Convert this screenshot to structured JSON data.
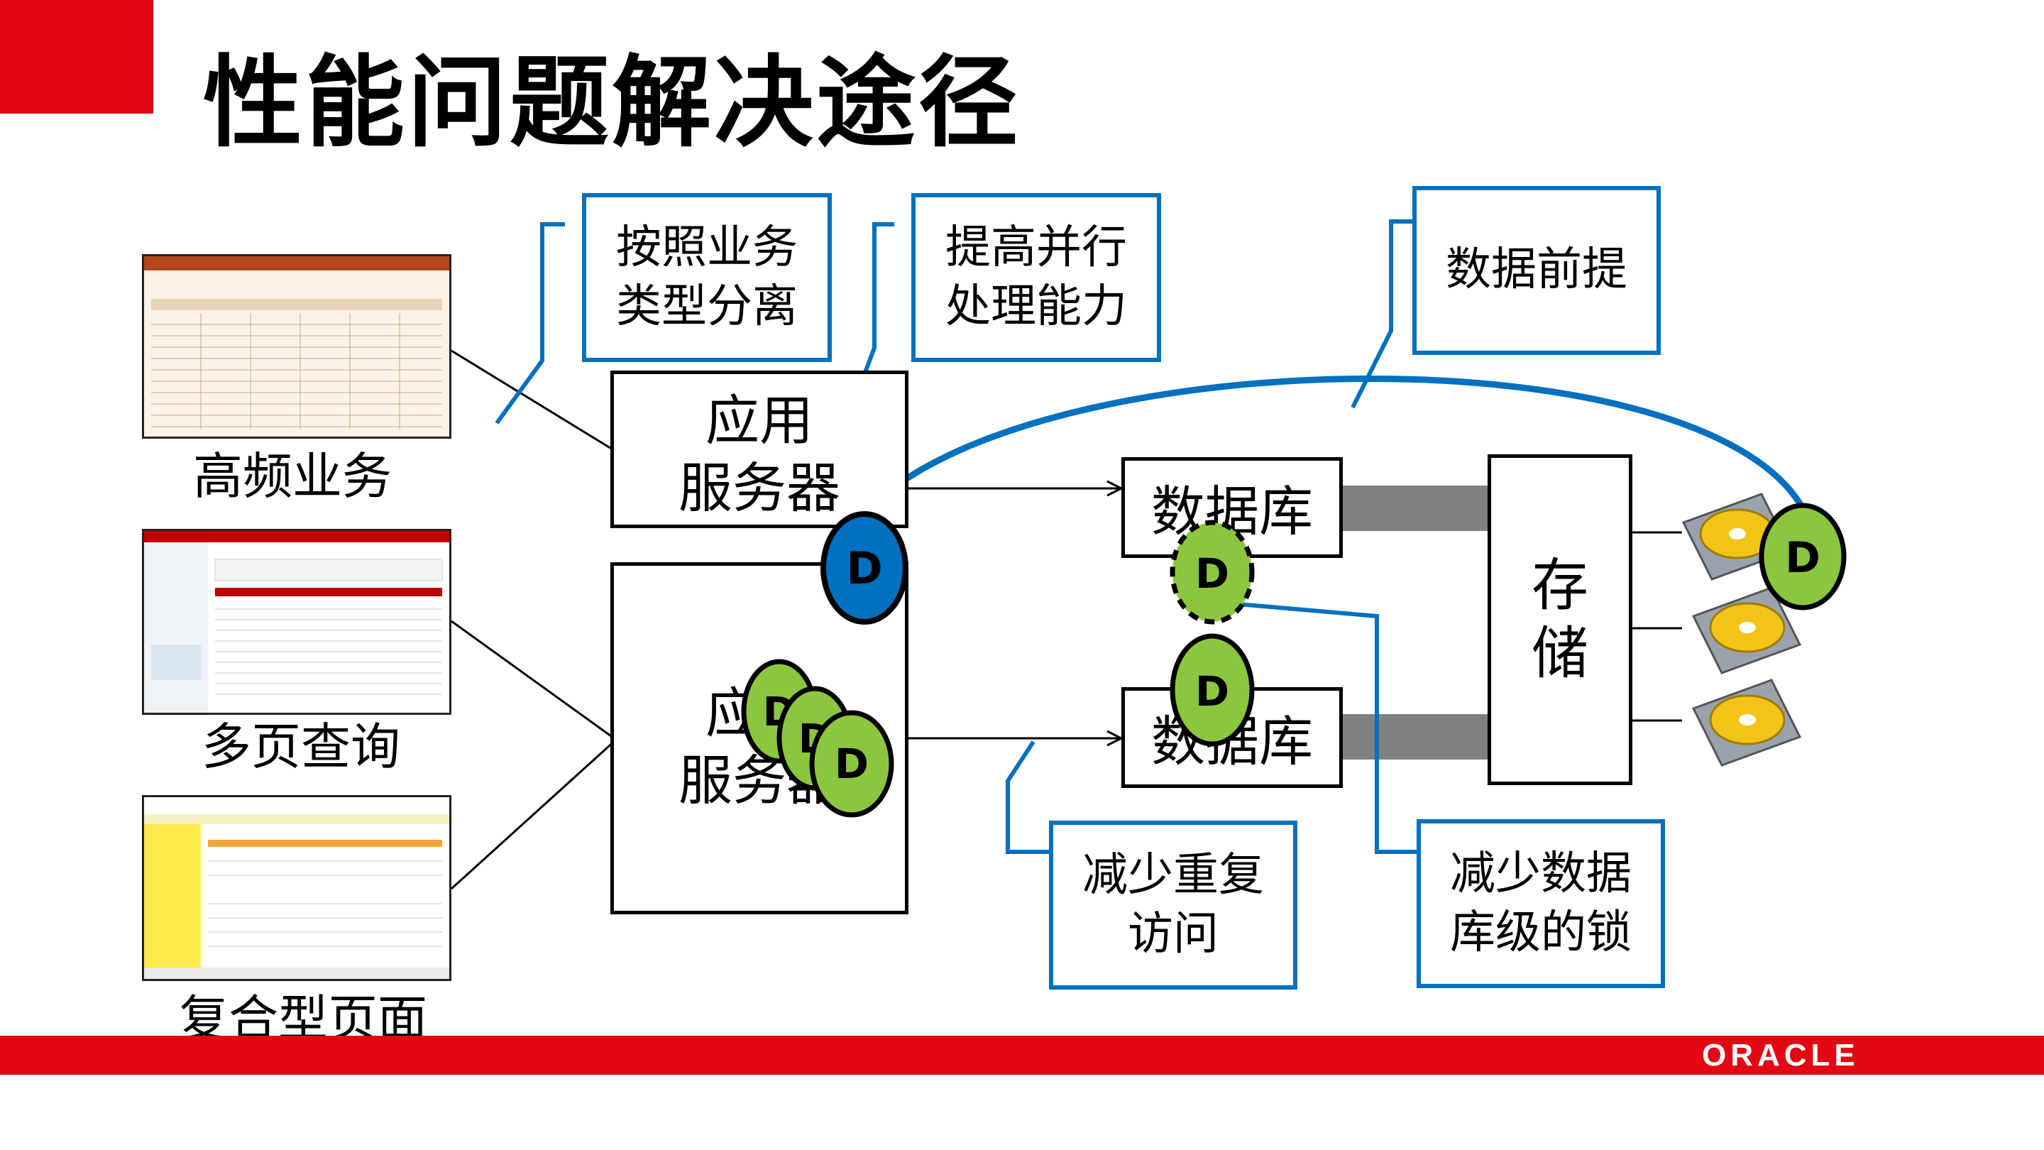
{
  "title": "性能问题解决途径",
  "brand": "ORACLE",
  "sources": [
    {
      "label": "高频业务"
    },
    {
      "label": "多页查询"
    },
    {
      "label": "复合型页面"
    }
  ],
  "nodes": {
    "app_server_top": "应用\n服务器",
    "app_server_bottom": "应用\n服务器",
    "db_top": "数据库",
    "db_bottom": "数据库",
    "storage": "存\n储"
  },
  "callouts": {
    "separate": "按照业务\n类型分离",
    "parallel": "提高并行\n处理能力",
    "prefetch": "数据前提",
    "reduce_repeat": "减少重复\n访问",
    "reduce_locks": "减少数据\n库级的锁"
  },
  "disk_label": "D",
  "colors": {
    "brand_red": "#e30613",
    "callout_blue": "#0070c0",
    "disk_green": "#8cc63f",
    "disk_blue": "#0070c0",
    "connector_gray": "#808080"
  }
}
